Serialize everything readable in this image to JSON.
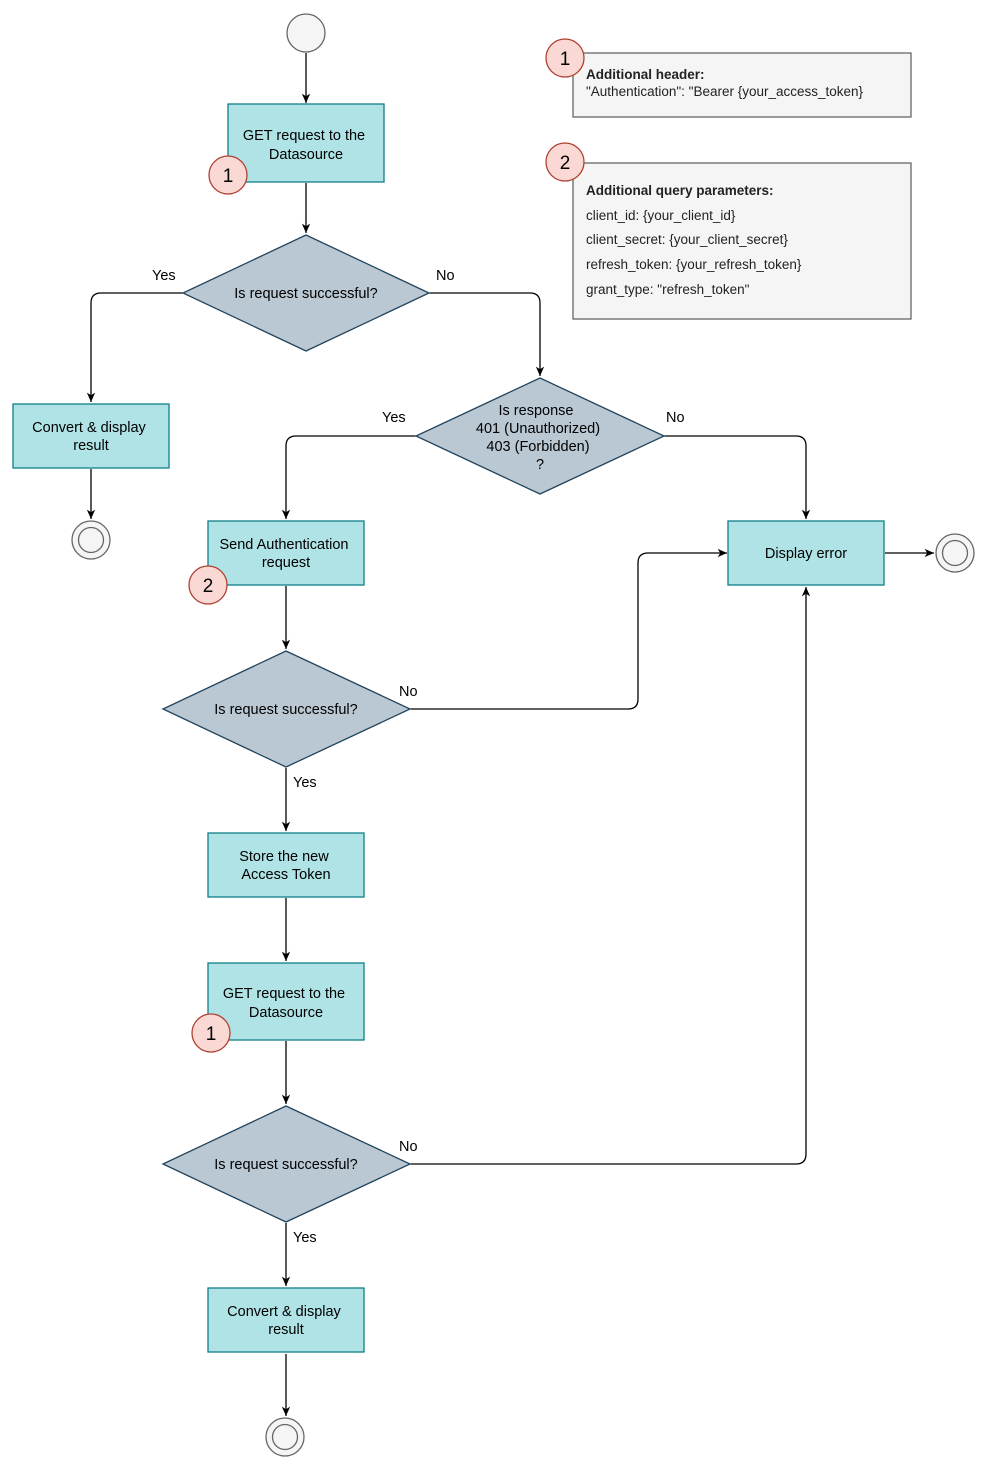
{
  "nodes": {
    "get_request_1": [
      "GET request to the",
      "Datasource"
    ],
    "decision_1": [
      "Is request successful?"
    ],
    "convert_1": [
      "Convert & display",
      "result"
    ],
    "decision_auth": [
      "Is response",
      "401 (Unauthorized)",
      "403 (Forbidden)",
      "?"
    ],
    "send_auth": [
      "Send Authentication",
      "request"
    ],
    "display_error": [
      "Display error"
    ],
    "decision_2": [
      "Is request successful?"
    ],
    "store_token": [
      "Store the new",
      "Access Token"
    ],
    "get_request_2": [
      "GET request to the",
      "Datasource"
    ],
    "decision_3": [
      "Is request successful?"
    ],
    "convert_2": [
      "Convert & display",
      "result"
    ]
  },
  "edges": {
    "yes": "Yes",
    "no": "No"
  },
  "badges": {
    "one": "1",
    "two": "2"
  },
  "notes": {
    "header": {
      "title": "Additional header:",
      "lines": [
        "\"Authentication\": \"Bearer {your_access_token}"
      ]
    },
    "query": {
      "title": "Additional query parameters:",
      "lines": [
        "client_id: {your_client_id}",
        "client_secret: {your_client_secret}",
        "refresh_token: {your_refresh_token}",
        "grant_type: \"refresh_token\""
      ]
    }
  },
  "colors": {
    "process_fill": "#b0e3e6",
    "process_stroke": "#0e8088",
    "decision_fill": "#bac8d3",
    "decision_stroke": "#23445d",
    "badge_fill": "#fad9d5",
    "badge_stroke": "#ae4132",
    "note_fill": "#f5f5f5",
    "note_stroke": "#666666",
    "start_fill": "#f5f5f5"
  }
}
